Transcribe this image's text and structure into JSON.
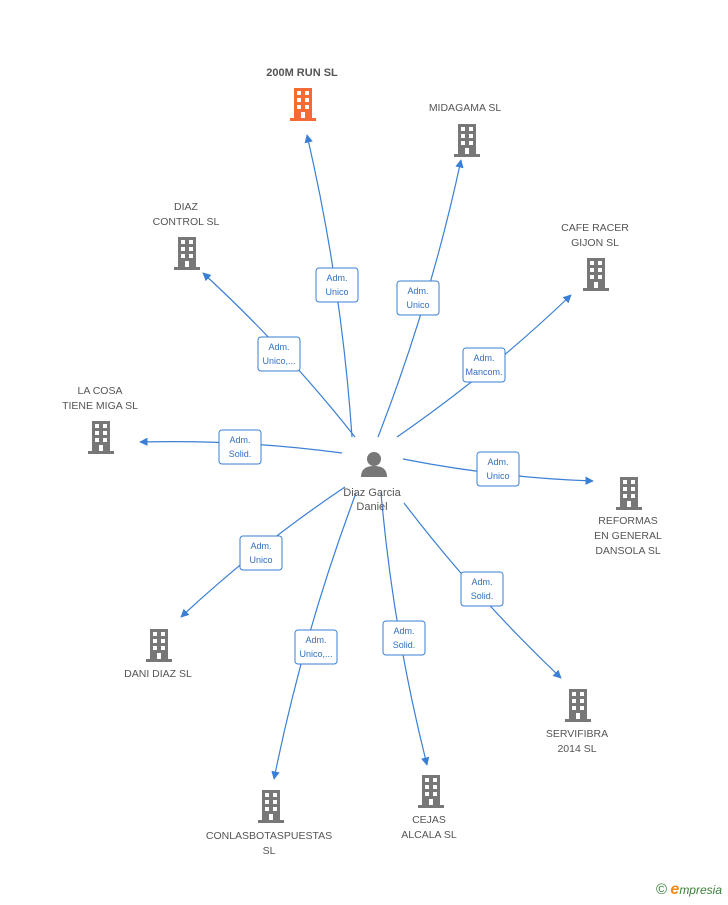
{
  "center": {
    "name_lines": [
      "Diaz Garcia",
      "Daniel"
    ],
    "icon": "person-icon"
  },
  "colors": {
    "edge": "#3a7fd5",
    "company": "#777777",
    "highlight": "#f26a35"
  },
  "companies": [
    {
      "id": "200m-run",
      "lines": [
        "200M RUN  SL"
      ],
      "role_lines": [
        "Adm.",
        "Unico"
      ],
      "highlight": true
    },
    {
      "id": "midagama",
      "lines": [
        "MIDAGAMA  SL"
      ],
      "role_lines": [
        "Adm.",
        "Unico"
      ],
      "highlight": false
    },
    {
      "id": "diaz-control",
      "lines": [
        "DIAZ",
        "CONTROL  SL"
      ],
      "role_lines": [
        "Adm.",
        "Unico,..."
      ],
      "highlight": false
    },
    {
      "id": "cafe-racer",
      "lines": [
        "CAFE RACER",
        "GIJON  SL"
      ],
      "role_lines": [
        "Adm.",
        "Mancom."
      ],
      "highlight": false
    },
    {
      "id": "la-cosa",
      "lines": [
        "LA COSA",
        "TIENE MIGA  SL"
      ],
      "role_lines": [
        "Adm.",
        "Solid."
      ],
      "highlight": false
    },
    {
      "id": "reformas",
      "lines": [
        "REFORMAS",
        "EN GENERAL",
        "DANSOLA  SL"
      ],
      "role_lines": [
        "Adm.",
        "Unico"
      ],
      "highlight": false
    },
    {
      "id": "dani-diaz",
      "lines": [
        "DANI DIAZ SL"
      ],
      "role_lines": [
        "Adm.",
        "Unico"
      ],
      "highlight": false
    },
    {
      "id": "servifibra",
      "lines": [
        "SERVIFIBRA",
        "2014  SL"
      ],
      "role_lines": [
        "Adm.",
        "Solid."
      ],
      "highlight": false
    },
    {
      "id": "conlasbotas",
      "lines": [
        "CONLASBOTASPUESTAS",
        "SL"
      ],
      "role_lines": [
        "Adm.",
        "Unico,..."
      ],
      "highlight": false
    },
    {
      "id": "cejas",
      "lines": [
        "CEJAS",
        "ALCALA  SL"
      ],
      "role_lines": [
        "Adm.",
        "Solid."
      ],
      "highlight": false
    }
  ],
  "footer": {
    "copyright_symbol": "©",
    "brand_initial": "e",
    "brand_rest": "mpresia"
  }
}
